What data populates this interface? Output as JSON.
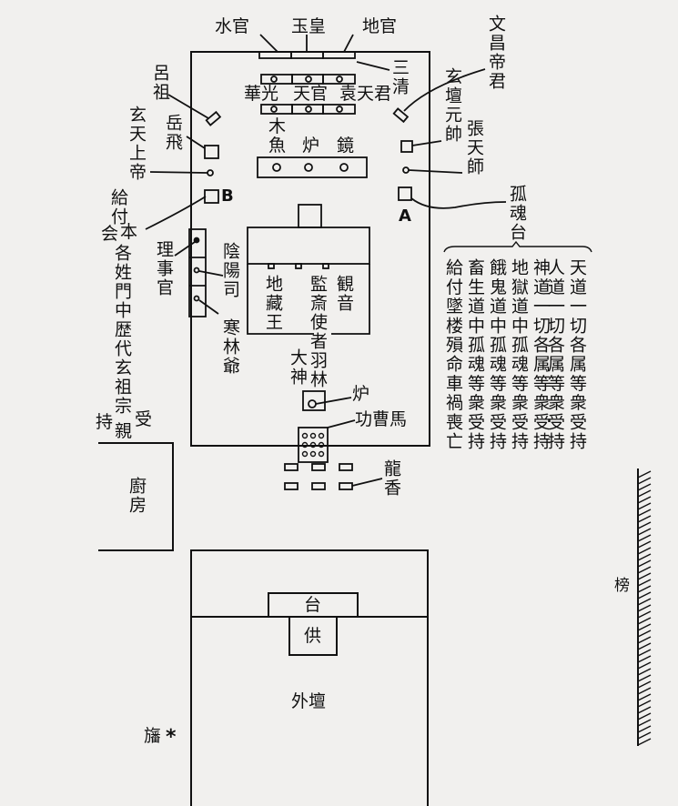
{
  "top_labels": {
    "water_official": "水官",
    "jade_emperor": "玉皇",
    "earth_official": "地官",
    "three_pure": "三清"
  },
  "row_labels": {
    "huaguang": "華光",
    "heavenly_official": "天官",
    "yuan_tianjun": "袁天君"
  },
  "altar_items": {
    "wood": "木",
    "fish": "魚",
    "burner": "炉",
    "mirror": "鏡"
  },
  "left_labels": {
    "lu_zu": "呂祖",
    "yue_fei": "岳飛",
    "xuantian": "玄天上帝",
    "marker_b": "B",
    "ancestors_1": "給付",
    "ancestors_2a": "会",
    "ancestors_2b": "本",
    "ancestors_3": "各姓門中歴代玄祖宗",
    "ancestors_4a": "持",
    "ancestors_4b": "親",
    "ancestors_4c": "受",
    "manager": "理事官",
    "yinyang": "陰陽司",
    "hanlin": "寒林爺"
  },
  "right_labels": {
    "wenchang": "文昌帝君",
    "xuantan": "玄壇元帥",
    "zhang": "張天師",
    "marker_a": "A",
    "lonely_souls": "孤魂台"
  },
  "center_labels": {
    "dizang": "地藏王",
    "jianzhai": "監斎使者羽林",
    "guanyin": "観音",
    "great_god": "大神",
    "burner": "炉",
    "horse": "功曹馬",
    "dragon_incense": "龍香"
  },
  "soul_columns": [
    "天道一切各属等衆受持",
    "人道一切各属等衆受持",
    "神道一切各属等衆受持",
    "地獄道中孤魂等衆受持",
    "餓鬼道中孤魂等衆受持",
    "畜生道中孤魂等衆受持",
    "給付墜楼殞命車禍喪亡"
  ],
  "lower": {
    "kitchen": "廚房",
    "platform": "台",
    "offering": "供",
    "outer_altar": "外壇",
    "banner": "旛",
    "banner_mark": "*",
    "notice": "榜"
  }
}
